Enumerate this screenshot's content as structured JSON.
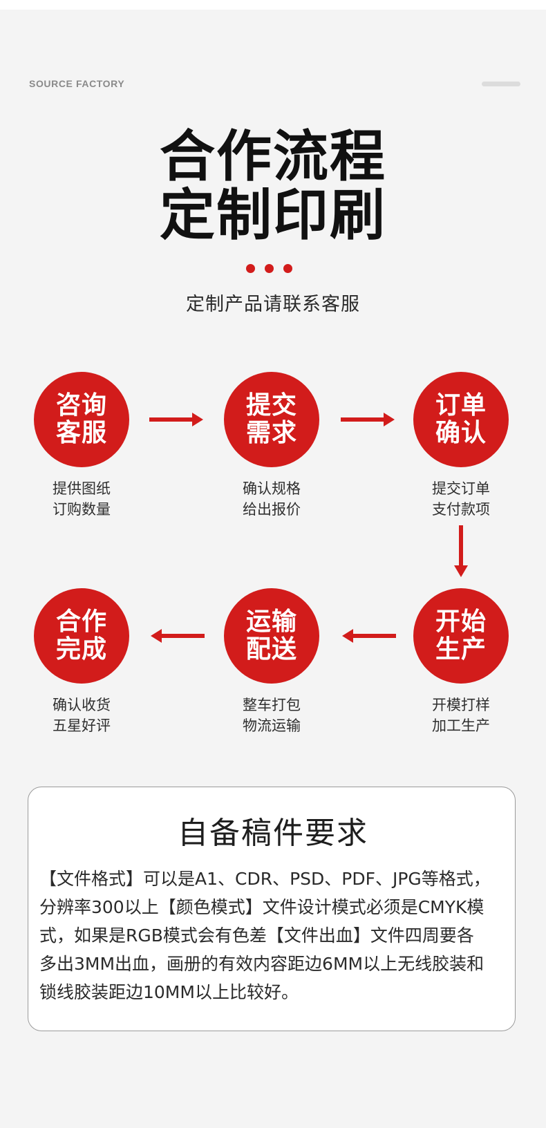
{
  "header": {
    "source_label": "SOURCE FACTORY",
    "title_line1": "合作流程",
    "title_line2": "定制印刷",
    "subtitle": "定制产品请联系客服"
  },
  "colors": {
    "accent": "#d21c1b",
    "background": "#f4f4f4",
    "card_border": "#9a9a9a"
  },
  "steps": [
    {
      "circle": [
        "咨询",
        "客服"
      ],
      "desc": [
        "提供图纸",
        "订购数量"
      ]
    },
    {
      "circle": [
        "提交",
        "需求"
      ],
      "desc": [
        "确认规格",
        "给出报价"
      ]
    },
    {
      "circle": [
        "订单",
        "确认"
      ],
      "desc": [
        "提交订单",
        "支付款项"
      ]
    },
    {
      "circle": [
        "开始",
        "生产"
      ],
      "desc": [
        "开模打样",
        "加工生产"
      ]
    },
    {
      "circle": [
        "运输",
        "配送"
      ],
      "desc": [
        "整车打包",
        "物流运输"
      ]
    },
    {
      "circle": [
        "合作",
        "完成"
      ],
      "desc": [
        "确认收货",
        "五星好评"
      ]
    }
  ],
  "requirements": {
    "title": "自备稿件要求",
    "lines": [
      "【文件格式】可以是A1、CDR、PSD、PDF、JPG等格式，",
      "分辨率300以上【颜色模式】文件设计模式必须是CMYK模",
      "式，如果是RGB模式会有色差【文件出血】文件四周要各",
      "多出3MM出血，画册的有效内容距边6MM以上无线胶装和",
      "锁线胶装距边10MM以上比较好。"
    ]
  }
}
